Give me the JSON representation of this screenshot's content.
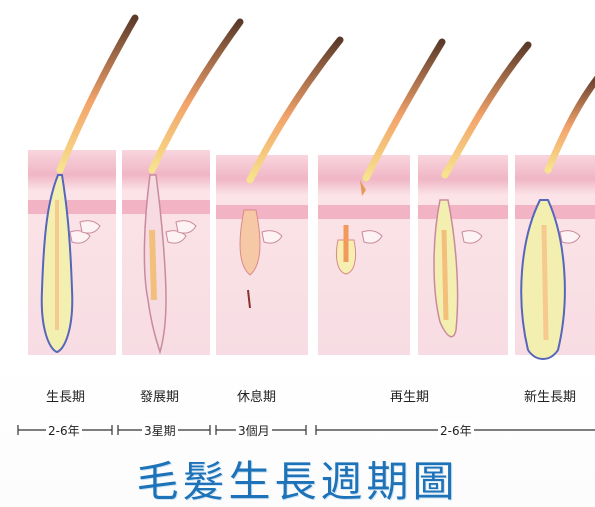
{
  "title": "毛髮生長週期圖",
  "stages": [
    {
      "label": "生長期"
    },
    {
      "label": "發展期"
    },
    {
      "label": "休息期"
    },
    {
      "label": "再生期"
    },
    {
      "label": "新生長期"
    }
  ],
  "durations": [
    "2-6年",
    "3星期",
    "3個月",
    "2-6年"
  ],
  "colors": {
    "title": "#1d72b8",
    "panel_bg": "#f9dfe3",
    "scalp_top": "#f6c6d2",
    "hair_shaft": "#f29a5c",
    "bulb_fill": "#f3f0b0",
    "outline_blue": "#5566bb"
  }
}
